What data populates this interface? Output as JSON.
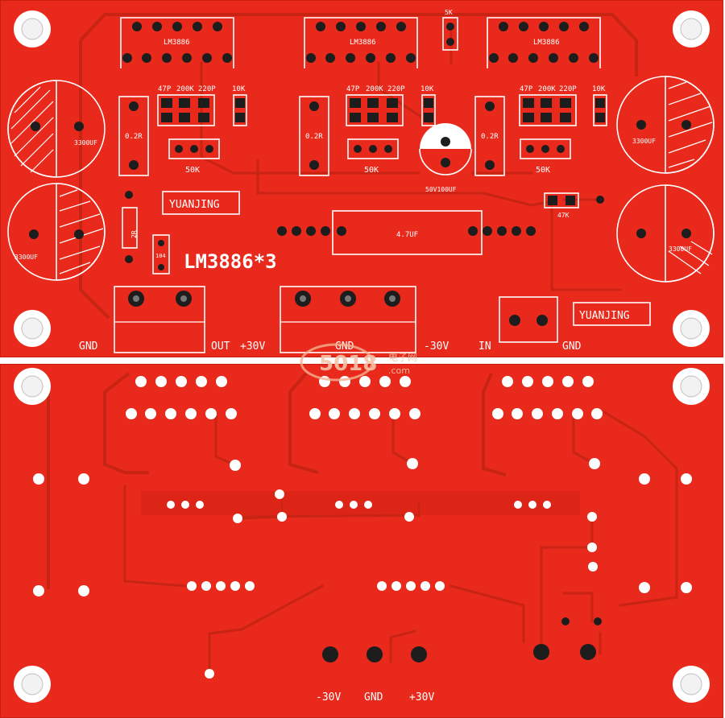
{
  "top": {
    "chips": [
      "LM3886",
      "LM3886",
      "LM3886"
    ],
    "resistor_values": [
      "47P",
      "200K",
      "220P",
      "10K"
    ],
    "pot_label": "50K",
    "trim_label": "5K",
    "sense_resistor": "0.2R",
    "cap_bulk": "3300UF",
    "cap_small": "50V100UF",
    "film_cap": "4.7UF",
    "res_47k": "47K",
    "res_2r": "2R",
    "cap_104": "104",
    "brand": "YUANJING",
    "title": "LM3886*3",
    "terminals": {
      "gnd_left": "GND",
      "out": "OUT",
      "pos": "+30V",
      "gnd_mid": "GND",
      "neg": "-30V",
      "in": "IN",
      "gnd_right": "GND"
    }
  },
  "bottom": {
    "neg": "-30V",
    "gnd": "GND",
    "pos": "+30V"
  },
  "watermark": {
    "text": "5018",
    "sub": "电子网",
    "domain": ".com"
  },
  "colors": {
    "board": "#e8291b",
    "trace": "#c72414",
    "silk": "#ffffff",
    "pad": "#1d1d1d"
  }
}
